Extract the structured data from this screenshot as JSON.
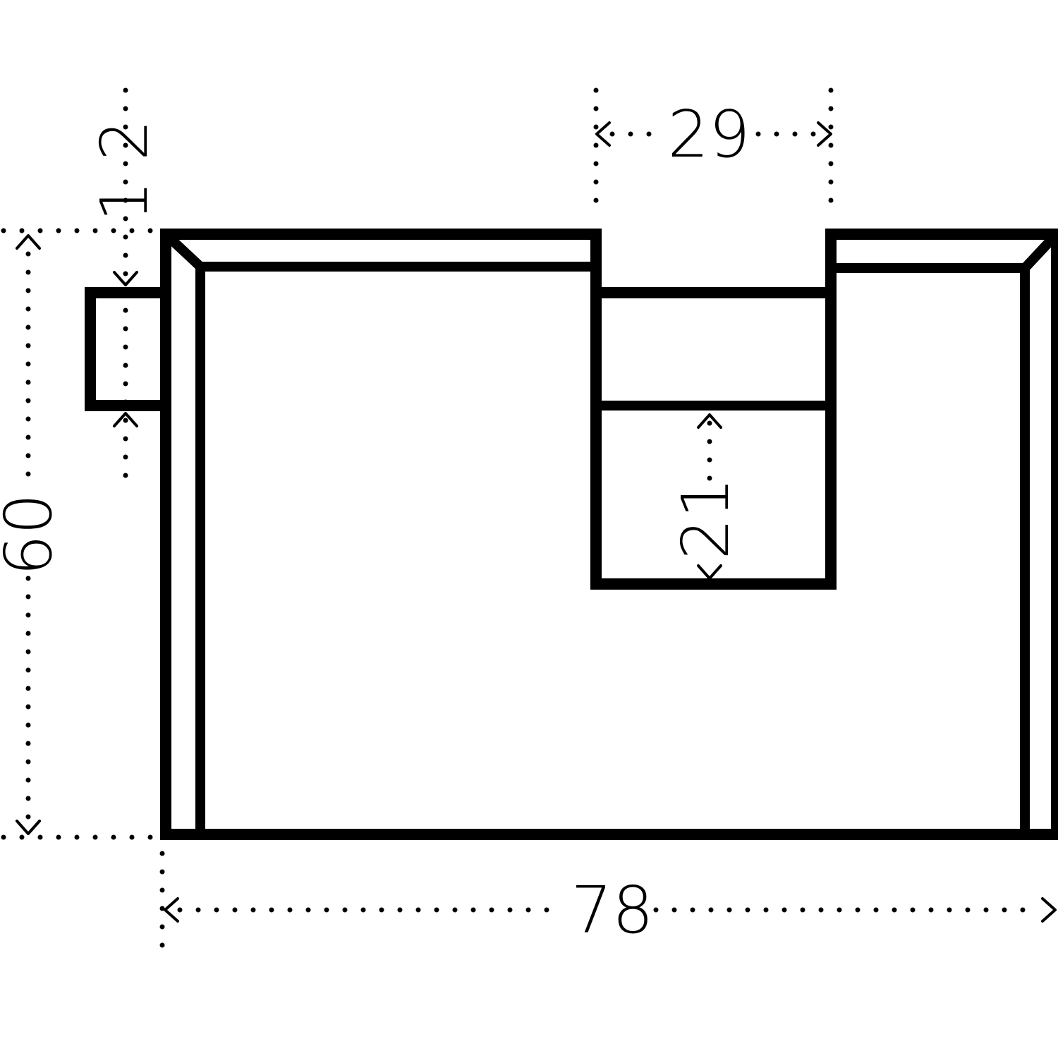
{
  "dimensions": {
    "overall_width": "78",
    "overall_height": "60",
    "notch_width": "29",
    "notch_depth": "21",
    "armrest_height": "12"
  },
  "colors": {
    "line": "#000000",
    "background": "#ffffff"
  }
}
